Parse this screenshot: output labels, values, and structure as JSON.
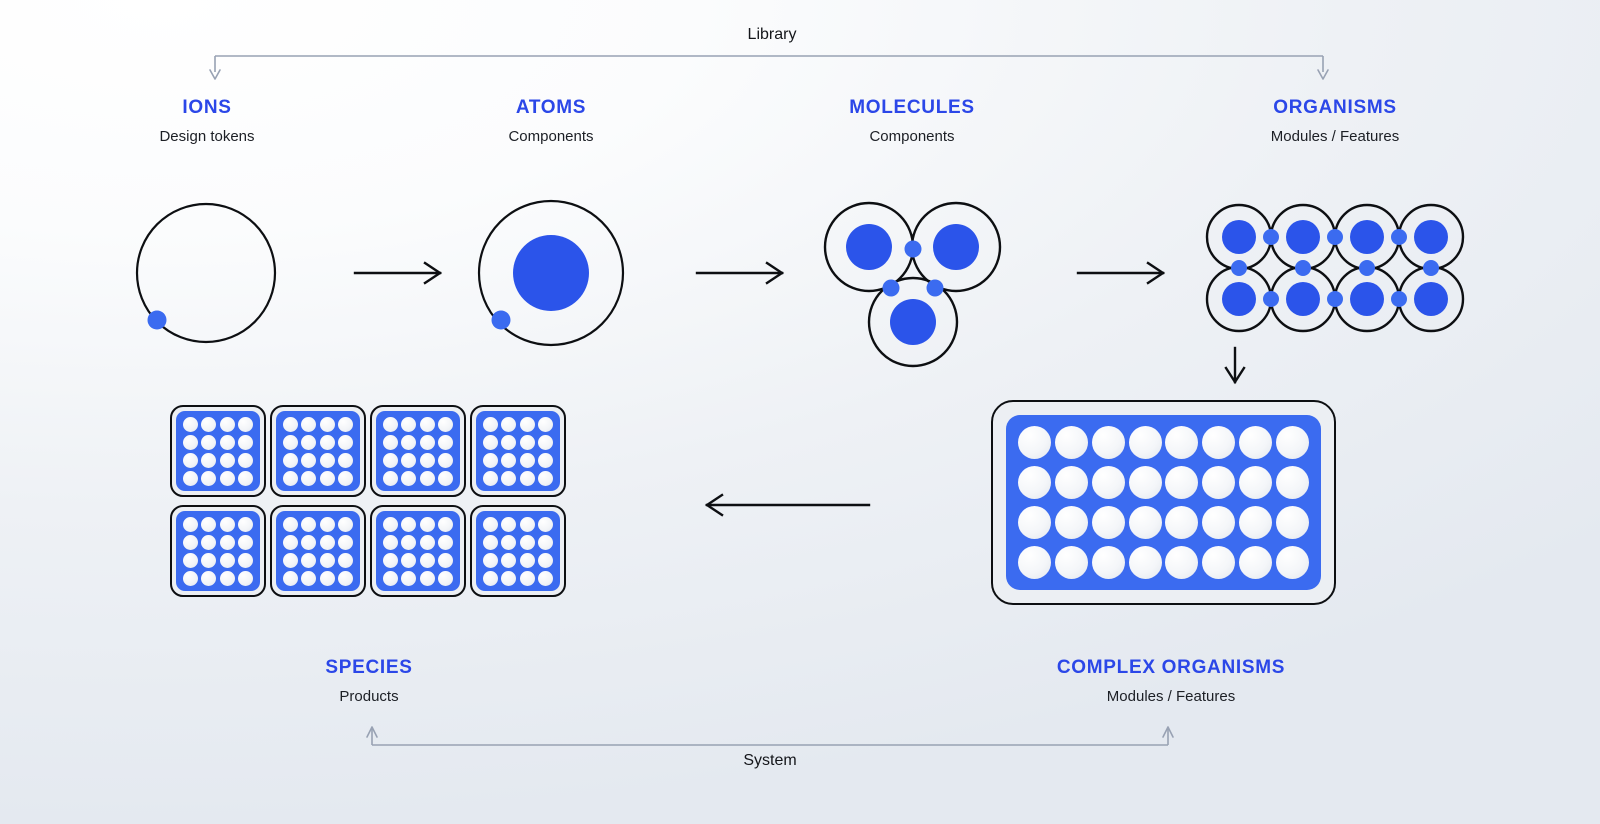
{
  "diagram": {
    "title": "Design system atomic hierarchy",
    "accent_color": "#2b47e8",
    "fill_color": "#3b6bf0",
    "outline_color": "#0d0f12",
    "bracket_color": "#98a2b3"
  },
  "brackets": {
    "top": {
      "label": "Library"
    },
    "bottom": {
      "label": "System"
    }
  },
  "stages": [
    {
      "key": "ions",
      "title": "IONS",
      "subtitle": "Design tokens"
    },
    {
      "key": "atoms",
      "title": "ATOMS",
      "subtitle": "Components"
    },
    {
      "key": "molecules",
      "title": "MOLECULES",
      "subtitle": "Components"
    },
    {
      "key": "organisms",
      "title": "ORGANISMS",
      "subtitle": "Modules / Features"
    }
  ],
  "bottom_stages": [
    {
      "key": "species",
      "title": "SPECIES",
      "subtitle": "Products"
    },
    {
      "key": "complex_organisms",
      "title": "COMPLEX ORGANISMS",
      "subtitle": "Modules / Features"
    }
  ],
  "figures": {
    "ions": {
      "name": "empty-orbit-with-electron",
      "rings": 1,
      "nucleus": false,
      "electrons": 1
    },
    "atoms": {
      "name": "atom-with-nucleus",
      "rings": 1,
      "nucleus": true,
      "electrons": 1
    },
    "molecules": {
      "name": "three-atom-cluster",
      "atoms": 3,
      "bond_dots": 3
    },
    "organisms": {
      "name": "atom-lattice-4x2",
      "columns": 4,
      "rows": 2,
      "bond_dots": 10
    },
    "species": {
      "name": "product-tile-grid",
      "tiles": 8,
      "tile_columns": 4,
      "tile_rows": 2,
      "dots_per_tile": 16,
      "dot_columns": 4,
      "dot_rows": 4
    },
    "complex_organisms": {
      "name": "module-panel",
      "dot_columns": 8,
      "dot_rows": 4,
      "dots": 32
    }
  },
  "arrows": [
    {
      "name": "arrow-ions-to-atoms",
      "direction": "right"
    },
    {
      "name": "arrow-atoms-to-molecules",
      "direction": "right"
    },
    {
      "name": "arrow-molecules-to-organisms",
      "direction": "right"
    },
    {
      "name": "arrow-organisms-to-complex",
      "direction": "down"
    },
    {
      "name": "arrow-complex-to-species",
      "direction": "left"
    }
  ]
}
